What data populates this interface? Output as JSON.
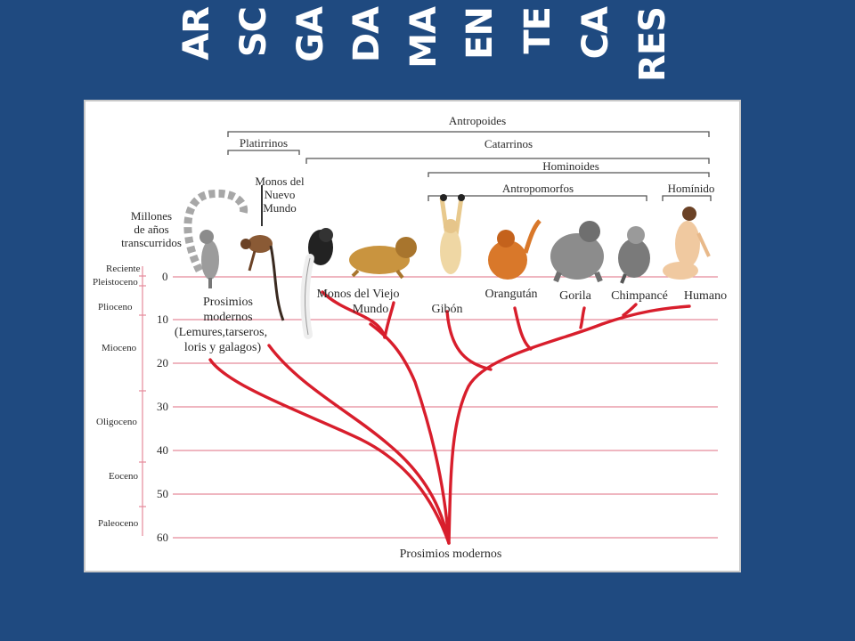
{
  "title_columns": [
    "RES",
    "CA",
    "TE",
    "EN",
    "MA",
    "DA",
    "GA",
    "SC",
    "AR"
  ],
  "colors": {
    "background": "#1f4a80",
    "branch": "#d81e2c",
    "gridline": "#e58a9b"
  },
  "diagram": {
    "group_labels": {
      "antropoides": "Antropoides",
      "platirrinos": "Platirrinos",
      "catarrinos": "Catarrinos",
      "hominoides": "Hominoides",
      "antropomorfos": "Antropomorfos",
      "hominido": "Homínido"
    },
    "axis_title": [
      "Millones",
      "de años",
      "transcurridos"
    ],
    "new_world_label": [
      "Monos del",
      "Nuevo",
      "Mundo"
    ],
    "epochs": [
      "Reciente",
      "Pleistoceno",
      "Plioceno",
      "Mioceno",
      "Oligoceno",
      "Eoceno",
      "Paleoceno"
    ],
    "ticks": [
      "0",
      "10",
      "20",
      "30",
      "40",
      "50",
      "60"
    ],
    "prosimians_label": [
      "Prosimios",
      "modernos",
      "(Lemures,tarseros,",
      "loris y galagos)"
    ],
    "old_world_label": [
      "Monos del Viejo",
      "Mundo"
    ],
    "species": {
      "gibon": "Gibón",
      "orangutan": "Orangután",
      "gorila": "Gorila",
      "chimpance": "Chimpancé",
      "humano": "Humano"
    },
    "root_label": "Prosimios modernos",
    "animal_icons": [
      "lemur-icon",
      "spider-monkey-icon",
      "colobus-icon",
      "baboon-icon",
      "gibbon-icon",
      "orangutan-icon",
      "gorilla-icon",
      "chimpanzee-icon",
      "human-icon"
    ]
  }
}
